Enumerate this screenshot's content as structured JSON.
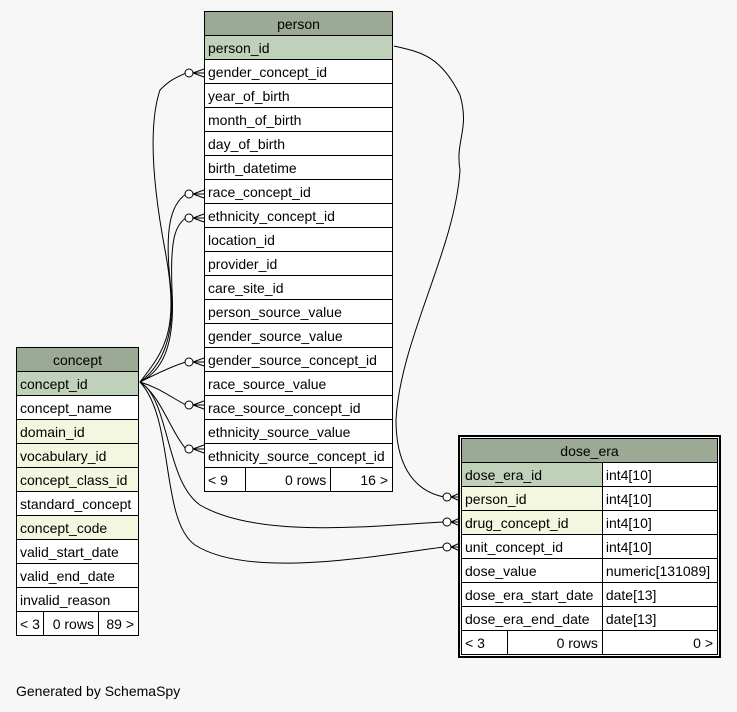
{
  "tables": {
    "person": {
      "name": "person",
      "columns": [
        "person_id",
        "gender_concept_id",
        "year_of_birth",
        "month_of_birth",
        "day_of_birth",
        "birth_datetime",
        "race_concept_id",
        "ethnicity_concept_id",
        "location_id",
        "provider_id",
        "care_site_id",
        "person_source_value",
        "gender_source_value",
        "gender_source_concept_id",
        "race_source_value",
        "race_source_concept_id",
        "ethnicity_source_value",
        "ethnicity_source_concept_id"
      ],
      "footer": {
        "parents": "< 9",
        "rows": "0 rows",
        "children": "16 >"
      }
    },
    "concept": {
      "name": "concept",
      "columns": [
        "concept_id",
        "concept_name",
        "domain_id",
        "vocabulary_id",
        "concept_class_id",
        "standard_concept",
        "concept_code",
        "valid_start_date",
        "valid_end_date",
        "invalid_reason"
      ],
      "footer": {
        "parents": "< 3",
        "rows": "0 rows",
        "children": "89 >"
      }
    },
    "dose_era": {
      "name": "dose_era",
      "columns": [
        {
          "name": "dose_era_id",
          "type": "int4[10]"
        },
        {
          "name": "person_id",
          "type": "int4[10]"
        },
        {
          "name": "drug_concept_id",
          "type": "int4[10]"
        },
        {
          "name": "unit_concept_id",
          "type": "int4[10]"
        },
        {
          "name": "dose_value",
          "type": "numeric[131089]"
        },
        {
          "name": "dose_era_start_date",
          "type": "date[13]"
        },
        {
          "name": "dose_era_end_date",
          "type": "date[13]"
        }
      ],
      "footer": {
        "parents": "< 3",
        "rows": "0 rows",
        "children": "0 >"
      }
    }
  },
  "colors": {
    "header": "#9ca994",
    "primary_key": "#bfd2b9",
    "foreign_key": "#f4f7df"
  },
  "footer_text": "Generated by SchemaSpy"
}
